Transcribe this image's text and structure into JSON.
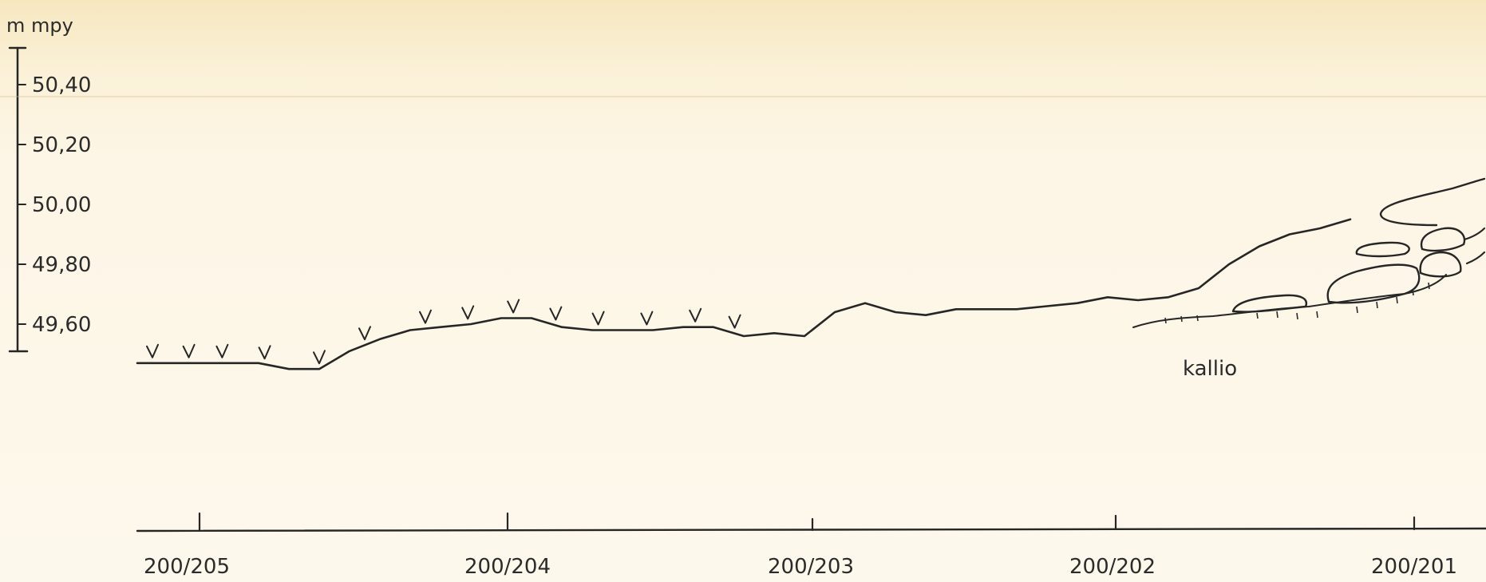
{
  "drawing": {
    "unit": "m mpy",
    "elevation_labels": [
      "50,40",
      "50,20",
      "50,00",
      "49,80",
      "49,60"
    ],
    "elevation_values": [
      50.4,
      50.2,
      50.0,
      49.8,
      49.6
    ],
    "station_labels": [
      "200/205",
      "200/204",
      "200/203",
      "200/202",
      "200/201"
    ],
    "annotation": "kallio",
    "profile": {
      "x": [
        0,
        0.1,
        0.2,
        0.3,
        0.4,
        0.5,
        0.6,
        0.7,
        0.8,
        0.9,
        1.0,
        1.1,
        1.2,
        1.3,
        1.4,
        1.5,
        1.6,
        1.7,
        1.8,
        1.9,
        2.0,
        2.1,
        2.2,
        2.3,
        2.4,
        2.5,
        2.6,
        2.7,
        2.8,
        2.9,
        3.0,
        3.1,
        3.2,
        3.3,
        3.4,
        3.5,
        3.6,
        3.7,
        3.8,
        3.9,
        4.0
      ],
      "elevation": [
        49.47,
        49.47,
        49.47,
        49.47,
        49.47,
        49.45,
        49.45,
        49.51,
        49.55,
        49.58,
        49.59,
        49.6,
        49.62,
        49.62,
        49.59,
        49.58,
        49.58,
        49.58,
        49.59,
        49.59,
        49.56,
        49.57,
        49.56,
        49.64,
        49.67,
        49.64,
        49.63,
        49.65,
        49.65,
        49.65,
        49.66,
        49.67,
        49.69,
        49.68,
        49.69,
        49.72,
        49.8,
        49.86,
        49.9,
        49.92,
        49.95
      ]
    }
  }
}
